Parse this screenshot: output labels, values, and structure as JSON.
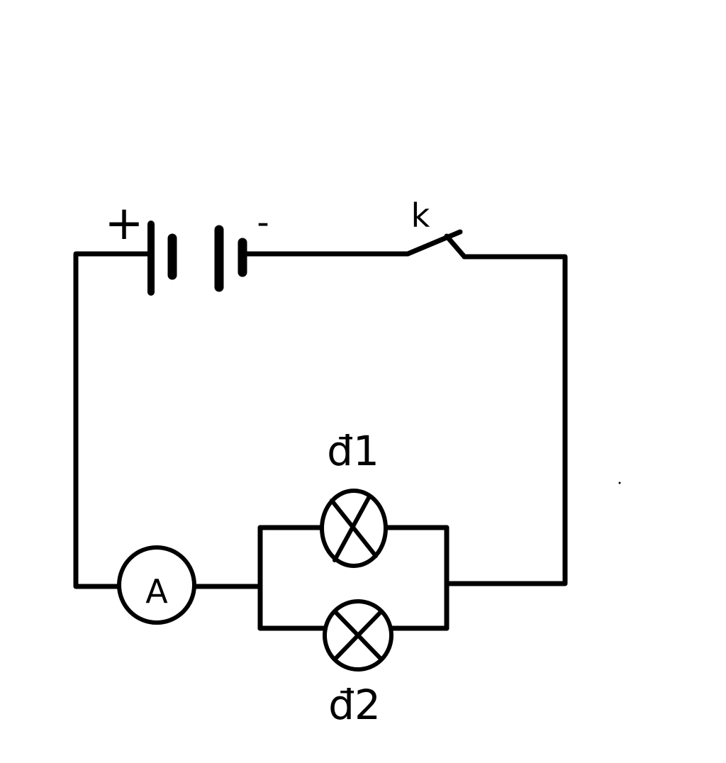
{
  "labels": {
    "battery_positive": "+",
    "battery_negative": "-",
    "switch": "k",
    "ammeter": "A",
    "lamp_1": "đ1",
    "lamp_2": "đ2"
  },
  "components": {
    "battery_cells": 2,
    "lamps": [
      "đ1",
      "đ2"
    ],
    "lamp_connection": "parallel",
    "switch_state": "open",
    "meter": "ammeter"
  },
  "colors": {
    "line": "#000000",
    "background": "#ffffff"
  }
}
